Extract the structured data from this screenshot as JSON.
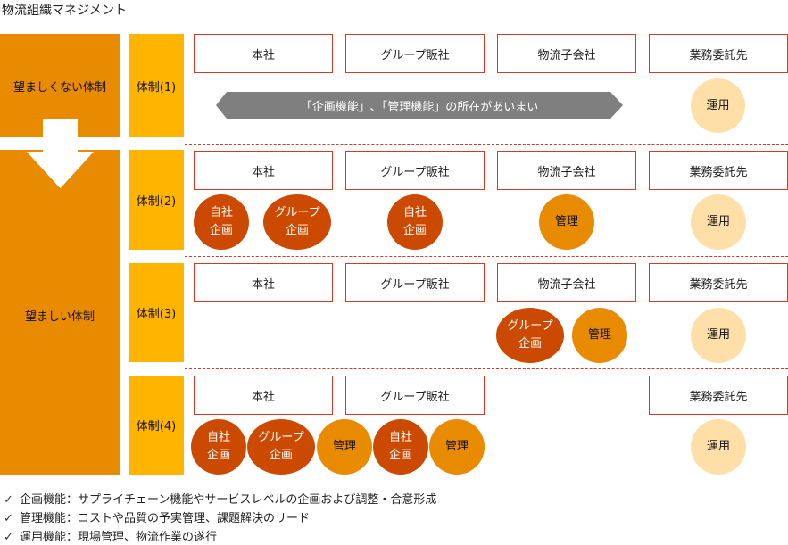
{
  "title": "物流組織マネジメント",
  "states": {
    "undesirable": "望ましくない体制",
    "desirable": "望ましい体制"
  },
  "colors": {
    "state_block": "#E98B00",
    "row_label": "#FFB400",
    "entity_border": "#D0392B",
    "planning_circle": "#CC4A00",
    "management_circle": "#E98B00",
    "operation_circle": "#FFDFA8",
    "banner": "#7F7F7F"
  },
  "rows": [
    {
      "label": "体制(1)",
      "entities": [
        "本社",
        "グループ販社",
        "物流子会社",
        "業務委託先"
      ],
      "banner": "「企画機能」､「管理機能」の所在があいまい",
      "circles": [
        {
          "text": "運用",
          "kind": "operation",
          "column": "業務委託先"
        }
      ]
    },
    {
      "label": "体制(2)",
      "entities": [
        "本社",
        "グループ販社",
        "物流子会社",
        "業務委託先"
      ],
      "circles": [
        {
          "text": "自社\n企画",
          "line1": "自社",
          "line2": "企画",
          "kind": "planning",
          "column": "本社"
        },
        {
          "text": "グループ\n企画",
          "line1": "グループ",
          "line2": "企画",
          "kind": "planning",
          "column": "本社"
        },
        {
          "text": "自社\n企画",
          "line1": "自社",
          "line2": "企画",
          "kind": "planning",
          "column": "グループ販社"
        },
        {
          "text": "管理",
          "kind": "management",
          "column": "物流子会社"
        },
        {
          "text": "運用",
          "kind": "operation",
          "column": "業務委託先"
        }
      ]
    },
    {
      "label": "体制(3)",
      "entities": [
        "本社",
        "グループ販社",
        "物流子会社",
        "業務委託先"
      ],
      "circles": [
        {
          "text": "グループ\n企画",
          "line1": "グループ",
          "line2": "企画",
          "kind": "planning",
          "column": "物流子会社"
        },
        {
          "text": "管理",
          "kind": "management",
          "column": "物流子会社"
        },
        {
          "text": "運用",
          "kind": "operation",
          "column": "業務委託先"
        }
      ]
    },
    {
      "label": "体制(4)",
      "entities": [
        "本社",
        "グループ販社",
        "業務委託先"
      ],
      "circles": [
        {
          "text": "自社\n企画",
          "line1": "自社",
          "line2": "企画",
          "kind": "planning",
          "column": "本社"
        },
        {
          "text": "グループ\n企画",
          "line1": "グループ",
          "line2": "企画",
          "kind": "planning",
          "column": "本社"
        },
        {
          "text": "管理",
          "kind": "management",
          "column": "本社"
        },
        {
          "text": "自社\n企画",
          "line1": "自社",
          "line2": "企画",
          "kind": "planning",
          "column": "グループ販社"
        },
        {
          "text": "管理",
          "kind": "management",
          "column": "グループ販社"
        },
        {
          "text": "運用",
          "kind": "operation",
          "column": "業務委託先"
        }
      ]
    }
  ],
  "notes": [
    {
      "check": "✓",
      "text": "企画機能：サプライチェーン機能やサービスレベルの企画および調整・合意形成"
    },
    {
      "check": "✓",
      "text": "管理機能：コストや品質の予実管理、課題解決のリード"
    },
    {
      "check": "✓",
      "text": "運用機能：現場管理、物流作業の遂行"
    }
  ]
}
